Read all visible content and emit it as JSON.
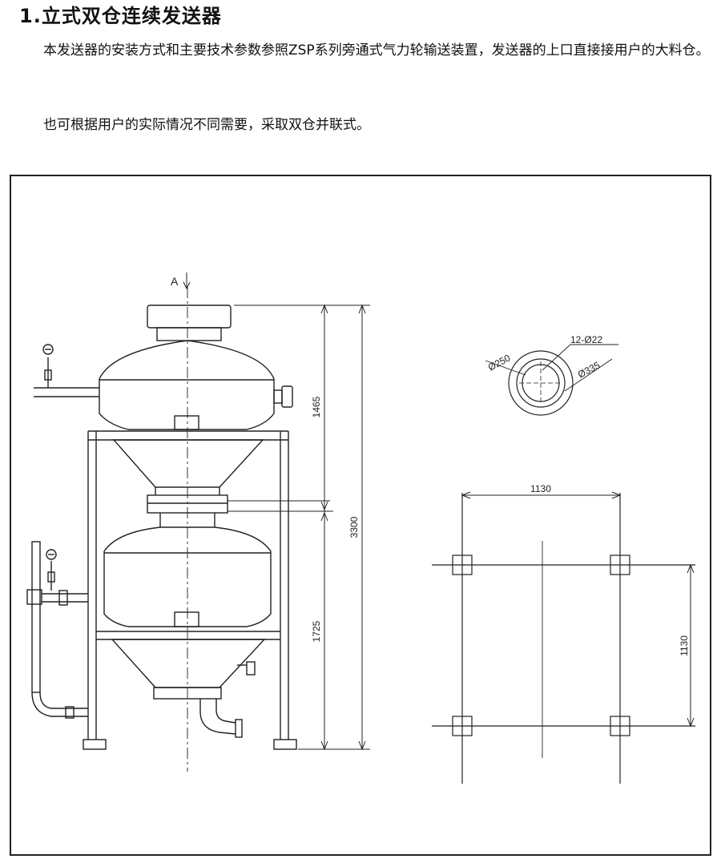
{
  "heading": "1.立式双仓连续发送器",
  "paragraph1": "本发送器的安装方式和主要技术参数参照ZSP系列旁通式气力轮输送装置，发送器的上口直接接用户的大料仓。",
  "paragraph2": "也可根据用户的实际情况不同需要，采取双仓并联式。",
  "drawing": {
    "view_label": "A",
    "dim_upper_height": "1465",
    "dim_total_height": "3300",
    "dim_lower_height": "1725",
    "flange_bolts": "12-Ø22",
    "flange_inner_dia": "Ø250",
    "flange_outer_dia": "Ø335",
    "footprint_width": "1130",
    "footprint_depth": "1130"
  }
}
